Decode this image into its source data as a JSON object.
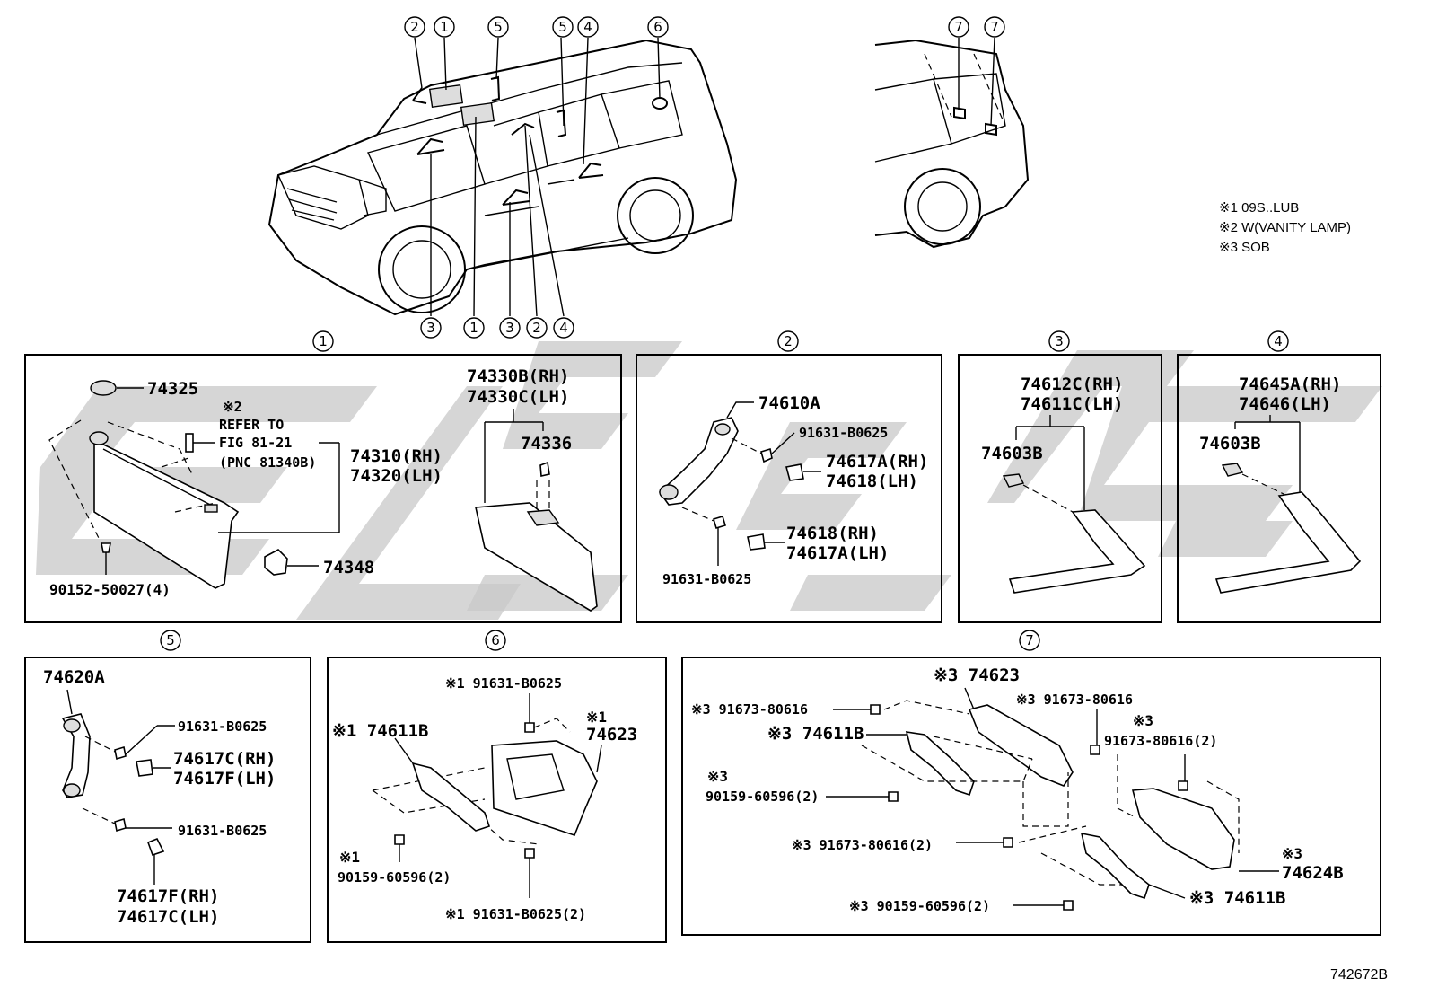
{
  "notes": [
    {
      "symbol": "※1",
      "text": "09S..LUB"
    },
    {
      "symbol": "※2",
      "text": "W(VANITY LAMP)"
    },
    {
      "symbol": "※3",
      "text": "SOB"
    }
  ],
  "diagram_id": "742672B",
  "overview": {
    "callouts_top_front": [
      "2",
      "1",
      "5",
      "5",
      "4",
      "6"
    ],
    "callouts_bottom_front": [
      "3",
      "1",
      "3",
      "2",
      "4"
    ],
    "callouts_top_rear": [
      "7",
      "7"
    ]
  },
  "sections": {
    "s1": {
      "num": "1",
      "labels": {
        "p74325": "74325",
        "note2_mark": "※2",
        "refer_to": "REFER TO",
        "fig": "FIG 81-21",
        "pnc": "(PNC 81340B)",
        "p74310": "74310(RH)",
        "p74320": "74320(LH)",
        "p74348": "74348",
        "p90152": "90152-50027(4)",
        "p74330b": "74330B(RH)",
        "p74330c": "74330C(LH)",
        "p74336": "74336"
      }
    },
    "s2": {
      "num": "2",
      "labels": {
        "p74610a": "74610A",
        "p91631a": "91631-B0625",
        "p74617a_rh": "74617A(RH)",
        "p74618_lh": "74618(LH)",
        "p74618_rh": "74618(RH)",
        "p74617a_lh": "74617A(LH)",
        "p91631b": "91631-B0625"
      }
    },
    "s3": {
      "num": "3",
      "labels": {
        "p74612c": "74612C(RH)",
        "p74611c": "74611C(LH)",
        "p74603b": "74603B"
      }
    },
    "s4": {
      "num": "4",
      "labels": {
        "p74645a": "74645A(RH)",
        "p74646": "74646(LH)",
        "p74603b": "74603B"
      }
    },
    "s5": {
      "num": "5",
      "labels": {
        "p74620a": "74620A",
        "p91631a": "91631-B0625",
        "p74617c_rh": "74617C(RH)",
        "p74617f_lh": "74617F(LH)",
        "p91631b": "91631-B0625",
        "p74617f_rh": "74617F(RH)",
        "p74617c_lh": "74617C(LH)"
      }
    },
    "s6": {
      "num": "6",
      "labels": {
        "top_bolt": "※1 91631-B0625",
        "p74611b": "※1 74611B",
        "mark74623": "※1",
        "p74623": "74623",
        "mark90159": "※1",
        "p90159": "90159-60596(2)",
        "bottom_bolt": "※1 91631-B0625(2)"
      }
    },
    "s7": {
      "num": "7",
      "labels": {
        "p74623": "※3 74623",
        "bolt_a": "※3 91673-80616",
        "bolt_b": "※3 91673-80616",
        "p74611b_top": "※3 74611B",
        "mark_c": "※3",
        "bolt_c": "91673-80616(2)",
        "mark_90159": "※3",
        "p90159_a": "90159-60596(2)",
        "bolt_d": "※3 91673-80616(2)",
        "mark_74624": "※3",
        "p74624b": "74624B",
        "p90159_b": "※3 90159-60596(2)",
        "p74611b_bot": "※3 74611B"
      }
    }
  }
}
